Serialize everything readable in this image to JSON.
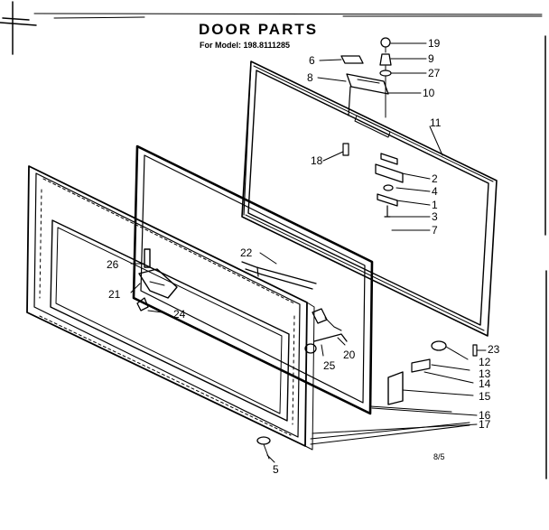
{
  "header": {
    "title": "DOOR PARTS",
    "model_line": "For Model: 198.8111285"
  },
  "page_number": "8/5",
  "callouts": [
    "19",
    "9",
    "27",
    "6",
    "8",
    "10",
    "11",
    "18",
    "2",
    "4",
    "1",
    "3",
    "7",
    "22",
    "26",
    "21",
    "24",
    "20",
    "25",
    "23",
    "12",
    "13",
    "14",
    "15",
    "16",
    "17",
    "5"
  ]
}
